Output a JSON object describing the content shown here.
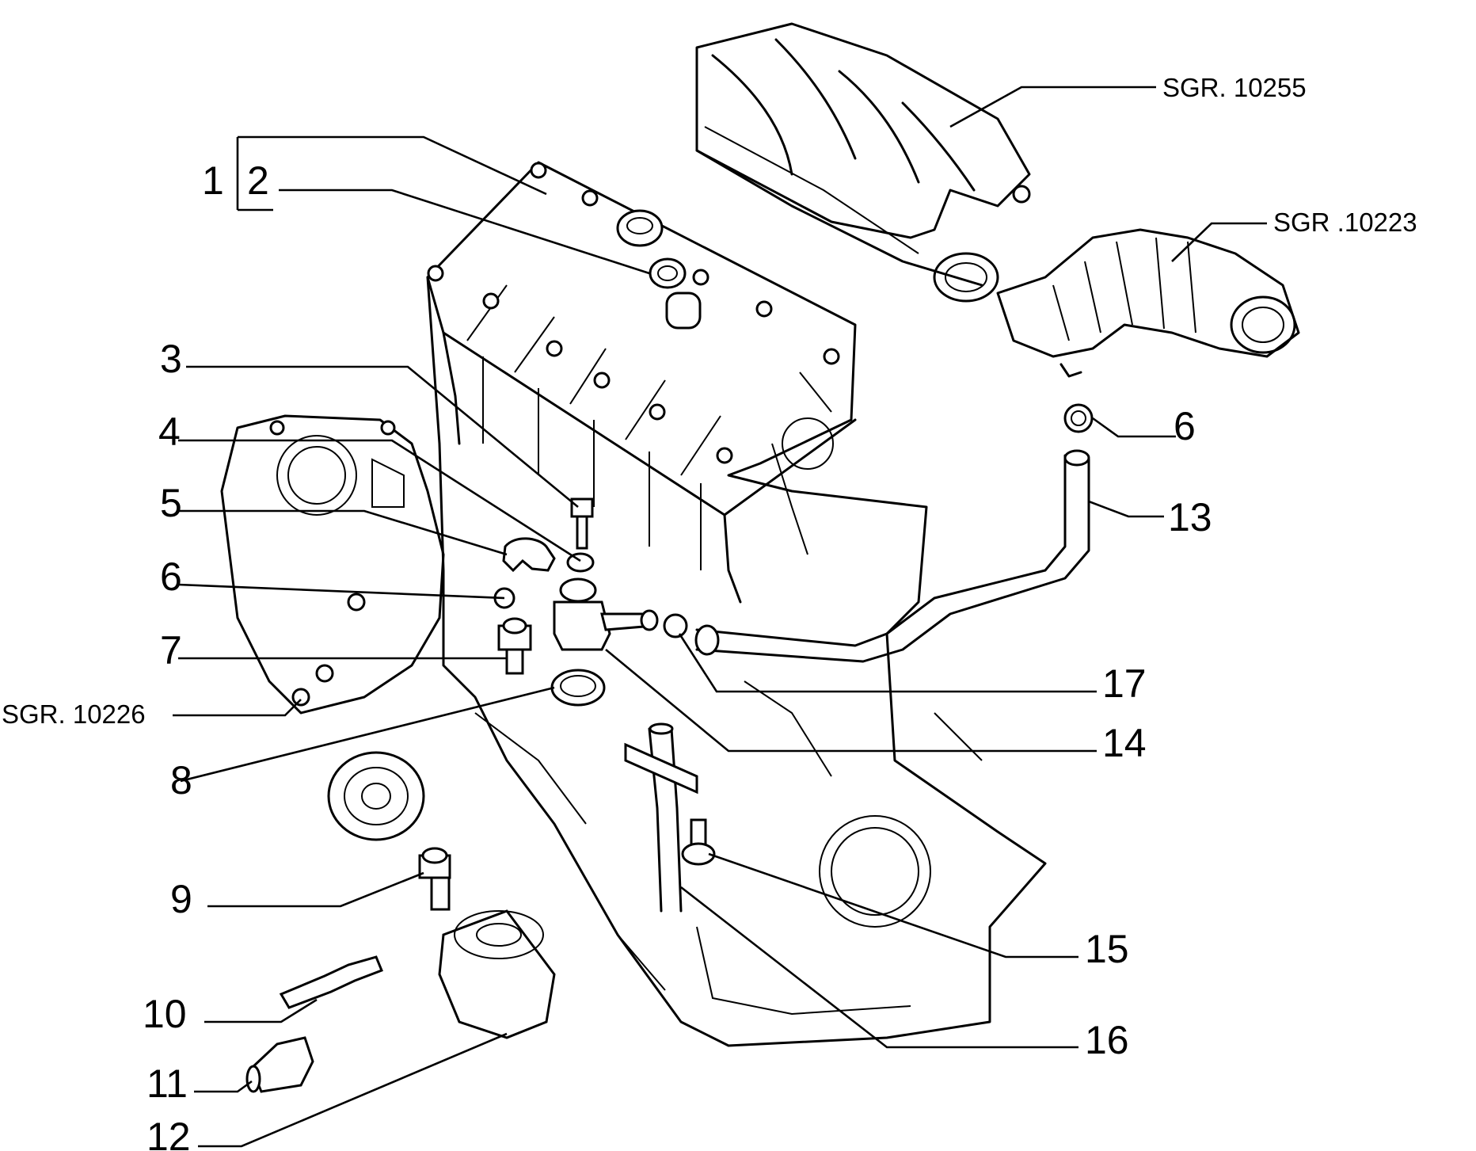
{
  "callouts": {
    "c1": "1",
    "c2": "2",
    "c3": "3",
    "c4": "4",
    "c5": "5",
    "c6a": "6",
    "c6b": "6",
    "c7": "7",
    "c8": "8",
    "c9": "9",
    "c10": "10",
    "c11": "11",
    "c12": "12",
    "c13": "13",
    "c14": "14",
    "c15": "15",
    "c16": "16",
    "c17": "17"
  },
  "references": {
    "intake_manifold": "SGR. 10255",
    "air_duct": "SGR .10223",
    "front_cover": "SGR. 10226"
  }
}
